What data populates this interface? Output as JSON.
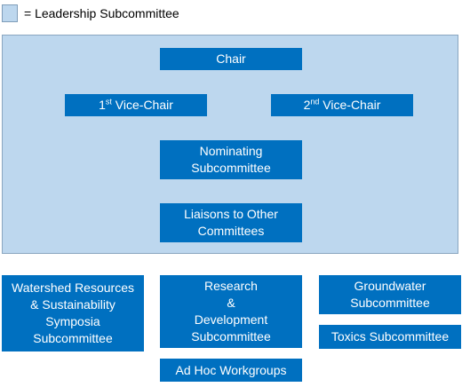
{
  "legend": {
    "label": "= Leadership Subcommittee"
  },
  "leadership": {
    "chair": "Chair",
    "vice_chair_1": {
      "num": "1",
      "sup": "st",
      "rest": " Vice-Chair"
    },
    "vice_chair_2": {
      "num": "2",
      "sup": "nd",
      "rest": " Vice-Chair"
    },
    "nominating": [
      "Nominating",
      "Subcommittee"
    ],
    "liaisons": [
      "Liaisons to Other",
      "Committees"
    ]
  },
  "subcommittees": {
    "watershed": [
      "Watershed Resources",
      "& Sustainability",
      "Symposia",
      "Subcommittee"
    ],
    "research": [
      "Research",
      "&",
      "Development",
      "Subcommittee"
    ],
    "groundwater": [
      "Groundwater",
      "Subcommittee"
    ],
    "toxics": "Toxics Subcommittee",
    "adhoc": "Ad Hoc Workgroups"
  },
  "colors": {
    "node_fill": "#0070c0",
    "leadership_fill": "#bdd7ee",
    "text_on_node": "#ffffff"
  }
}
